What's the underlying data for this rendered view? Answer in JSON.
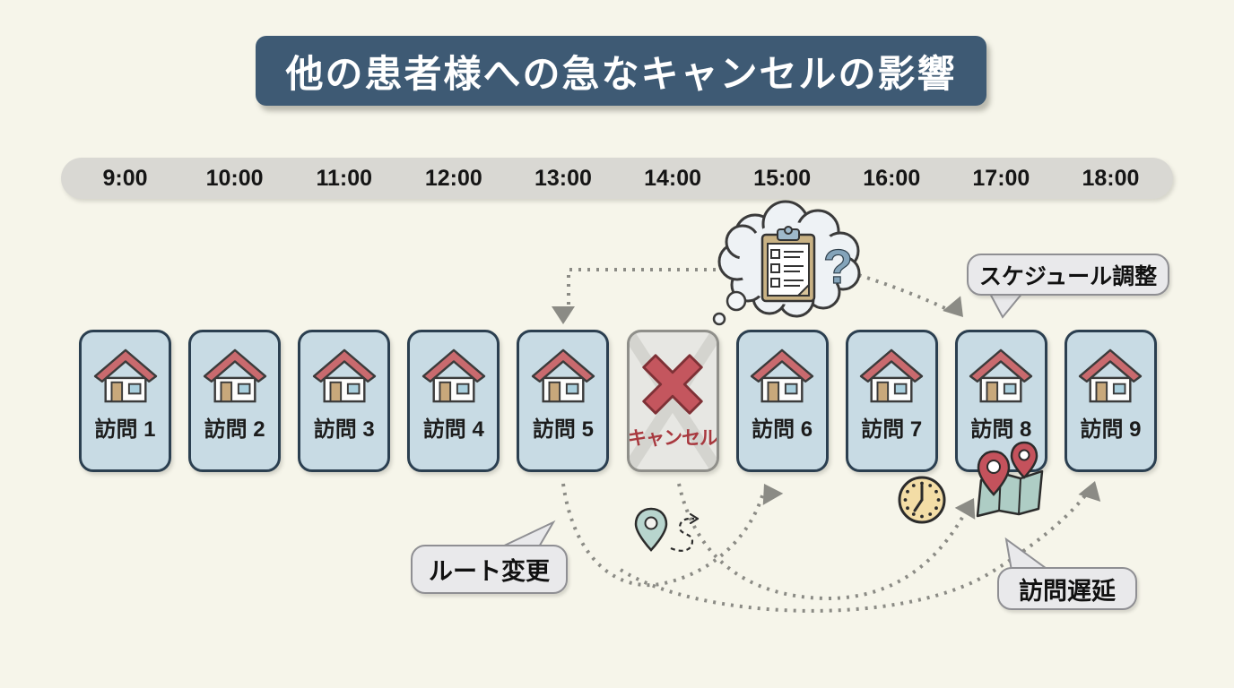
{
  "title": "他の患者様への急なキャンセルの影響",
  "timeline": [
    "9:00",
    "10:00",
    "11:00",
    "12:00",
    "13:00",
    "14:00",
    "15:00",
    "16:00",
    "17:00",
    "18:00"
  ],
  "cards": [
    {
      "label": "訪問 1",
      "type": "visit"
    },
    {
      "label": "訪問 2",
      "type": "visit"
    },
    {
      "label": "訪問 3",
      "type": "visit"
    },
    {
      "label": "訪問 4",
      "type": "visit"
    },
    {
      "label": "訪問 5",
      "type": "visit"
    },
    {
      "label": "キャンセル",
      "type": "cancelled"
    },
    {
      "label": "訪問 6",
      "type": "visit"
    },
    {
      "label": "訪問 7",
      "type": "visit"
    },
    {
      "label": "訪問 8",
      "type": "visit"
    },
    {
      "label": "訪問 9",
      "type": "visit"
    }
  ],
  "callouts": {
    "schedule_adjustment": "スケジュール調整",
    "route_change": "ルート変更",
    "visit_delay": "訪問遅延"
  },
  "question_mark": "?",
  "icons": {
    "thought_bubble": "checklist-clipboard-question",
    "clock": "clock",
    "map_pins": "map-with-two-pins",
    "location_route": "location-pin-with-route"
  },
  "colors": {
    "background": "#f6f5ea",
    "title_bg": "#3e5a74",
    "timeline_bg": "#d9d8d3",
    "card_bg": "#c8dbe4",
    "card_border": "#2b3f50",
    "cancel_bg": "#e7e7e3",
    "cancel_red": "#c4565e",
    "cancel_text": "#a8393f",
    "arrow_gray": "#8b8b85",
    "callout_bg": "#e9e9eb",
    "roof_red": "#c96a6e",
    "pin_red": "#c4525c",
    "map_teal": "#aecdc5",
    "clock_tan": "#f3dda6"
  }
}
